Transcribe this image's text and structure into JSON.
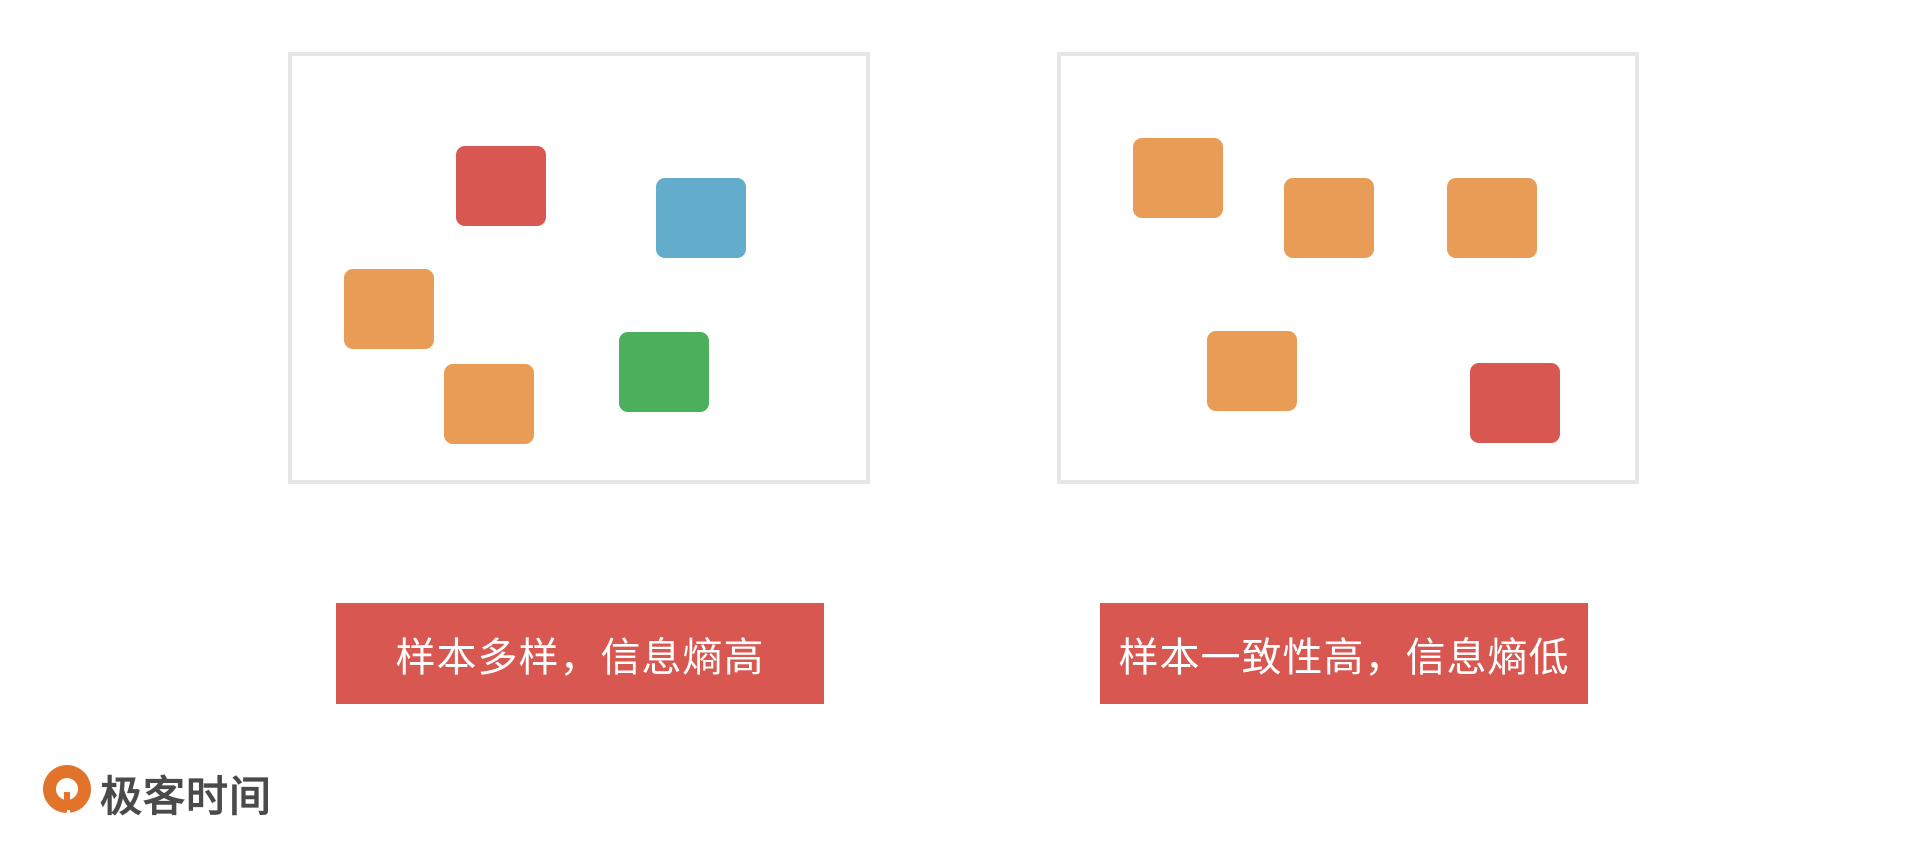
{
  "colors": {
    "red": "#d85750",
    "orange": "#e99c55",
    "blue": "#63accb",
    "green": "#4caf5c",
    "caption_bg": "#d85750",
    "brand_orange": "#e2732b"
  },
  "panels": [
    {
      "id": "left",
      "caption": "样本多样，信息熵高",
      "squares": [
        "red",
        "blue",
        "orange",
        "green",
        "orange"
      ]
    },
    {
      "id": "right",
      "caption": "样本一致性高，信息熵低",
      "squares": [
        "orange",
        "orange",
        "orange",
        "orange",
        "red"
      ]
    }
  ],
  "brand": {
    "name": "极客时间",
    "logo_icon": "geektime-logo-icon"
  }
}
